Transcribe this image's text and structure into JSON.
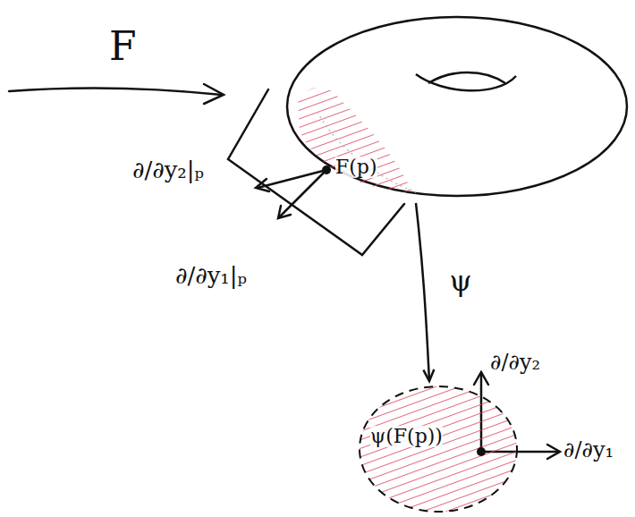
{
  "diagram": {
    "nodes": [
      {
        "text": [
          "F(p)"
        ]
      },
      {
        "text": [
          "ψ(F(p))"
        ]
      }
    ],
    "edges": [
      {
        "from": 0,
        "to": 1,
        "label": "ψ",
        "arrow": "to"
      }
    ],
    "labels": [
      "F",
      "∂/∂y₂|ₚ",
      "∂/∂y₁|ₚ",
      "∂/∂y₂",
      "∂/∂y₁"
    ]
  }
}
